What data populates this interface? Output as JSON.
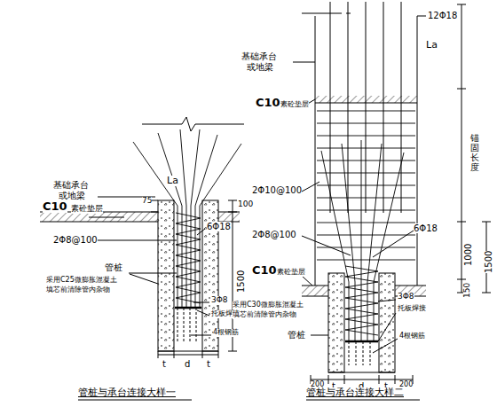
{
  "diagram": {
    "labels": [
      "基础承台",
      "或地梁",
      "C10",
      "素砼垫层",
      "La",
      "75",
      "100",
      "2Φ8@100",
      "6Φ18",
      "1500",
      "管桩",
      "采用C25微膨胀混凝土",
      "填芯前清除管内杂物",
      "3Φ8",
      "托板焊接",
      "4根钢筋",
      "t",
      "d",
      "t",
      "管桩与承台连接大样一",
      "12Φ18",
      "基础承台",
      "或地梁",
      "C10",
      "素砼垫层",
      "La",
      "2Φ10@100",
      "锚固长度",
      "1000",
      "1500",
      "150",
      "2Φ8@100",
      "6Φ18",
      "C10",
      "素砼垫层",
      "采用C30微膨胀混凝土",
      "填芯前清除管内杂物",
      "管桩",
      "3Φ8",
      "托板焊接",
      "4根钢筋",
      "t",
      "d",
      "t",
      "200",
      "200",
      "管桩与承台连接大样二"
    ]
  }
}
